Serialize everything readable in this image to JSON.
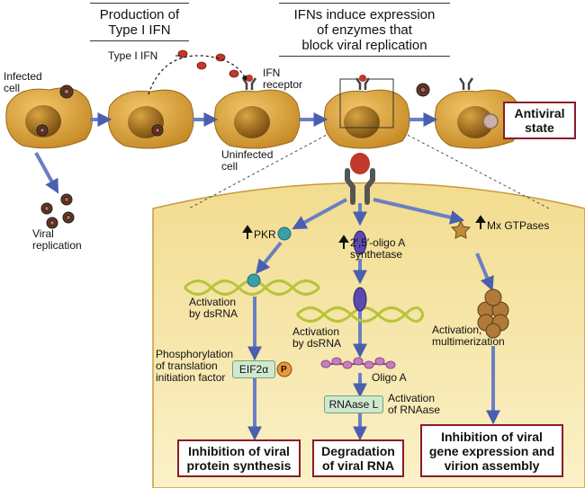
{
  "headers": {
    "production": [
      "Production of",
      "Type I IFN"
    ],
    "induction": [
      "IFNs induce expression",
      "of enzymes that",
      "block viral replication"
    ]
  },
  "labels": {
    "infected_cell": [
      "Infected",
      "cell"
    ],
    "type1_ifn": "Type I IFN",
    "ifn_receptor": [
      "IFN",
      "receptor"
    ],
    "uninfected_cell": [
      "Uninfected",
      "cell"
    ],
    "viral_replication": [
      "Viral",
      "replication"
    ],
    "pkr": "PKR",
    "oligo_synthetase": [
      "2′,5′-oligo A",
      "synthetase"
    ],
    "mx_gtpases": "Mx GTPases",
    "activation_dsrna_1": [
      "Activation",
      "by dsRNA"
    ],
    "activation_dsrna_2": [
      "Activation",
      "by dsRNA"
    ],
    "phosphorylation": [
      "Phosphorylation",
      "of translation",
      "initiation factor"
    ],
    "eif2a": "EIF2α",
    "p": "P",
    "oligo_a": "Oligo A",
    "rnaase_l": "RNAase L",
    "activation_rnaase": [
      "Activation",
      "of RNAase"
    ],
    "activation_multimerization": [
      "Activation,",
      "multimerization"
    ]
  },
  "outcomes": {
    "antiviral_state": [
      "Antiviral",
      "state"
    ],
    "inhibition_protein": [
      "Inhibition of viral",
      "protein synthesis"
    ],
    "degradation_rna": [
      "Degradation",
      "of viral RNA"
    ],
    "inhibition_gene": [
      "Inhibition of viral",
      "gene expression and",
      "virion assembly"
    ]
  },
  "colors": {
    "arrow": "#6b7fc4",
    "cell": "#d9a441",
    "nucleus": "#9a6a1e",
    "virus": "#5a3a2a",
    "ifn": "#c0392b",
    "receptor": "#555555",
    "region": "#f6e6a6",
    "box_border": "#8b1a2b",
    "dsrna": "#b8c43a",
    "oligo": "#c77cc0",
    "mx": "#b07a3a"
  }
}
